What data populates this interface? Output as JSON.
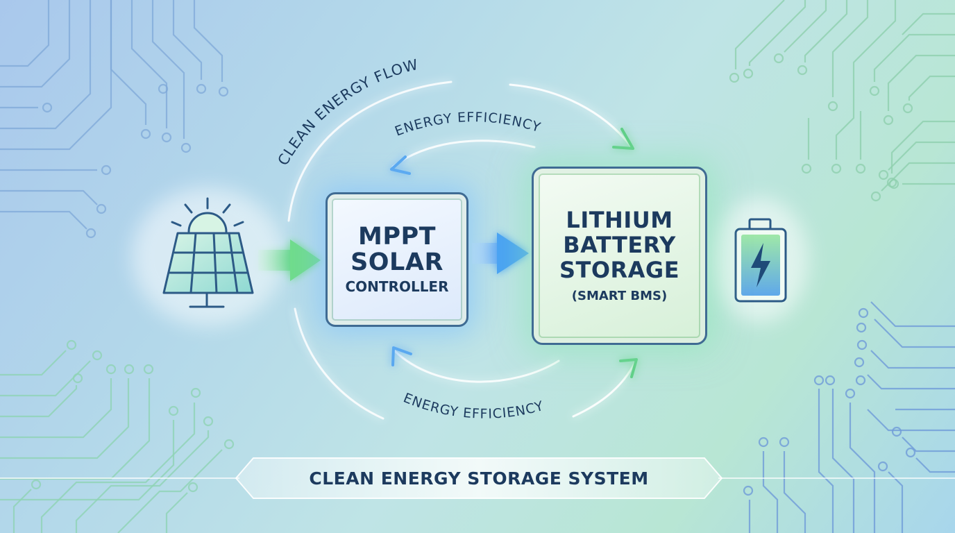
{
  "labels": {
    "flow_top": "CLEAN ENERGY FLOW",
    "efficiency_top": "ENERGY EFFICIENCY",
    "efficiency_bottom": "ENERGY EFFICIENCY"
  },
  "mppt": {
    "line1": "MPPT",
    "line2": "SOLAR",
    "line3": "CONTROLLER"
  },
  "battery_box": {
    "line1": "LITHIUM",
    "line2": "BATTERY",
    "line3": "STORAGE",
    "line4": "(SMART BMS)"
  },
  "banner": {
    "title": "CLEAN ENERGY STORAGE SYSTEM"
  },
  "icons": {
    "source": "solar-panel-icon",
    "storage": "battery-icon"
  },
  "colors": {
    "ink": "#1c3a5e",
    "accent_green": "#4fd07a",
    "accent_blue": "#4a9df0"
  }
}
